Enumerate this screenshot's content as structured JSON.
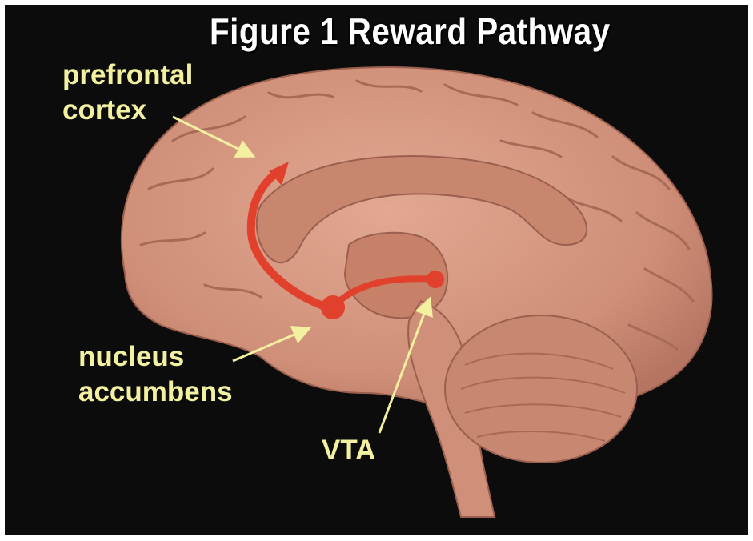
{
  "figure": {
    "title": "Figure 1 Reward Pathway"
  },
  "labels": {
    "prefrontal_line1": "prefrontal",
    "prefrontal_line2": "cortex",
    "nucleus_line1": "nucleus",
    "nucleus_line2": "accumbens",
    "vta": "VTA"
  },
  "colors": {
    "background": "#0c0c0c",
    "brain": "#d4957d",
    "pathway": "#e0402c",
    "label_text": "#f3f0a0",
    "title_text": "#ffffff"
  }
}
